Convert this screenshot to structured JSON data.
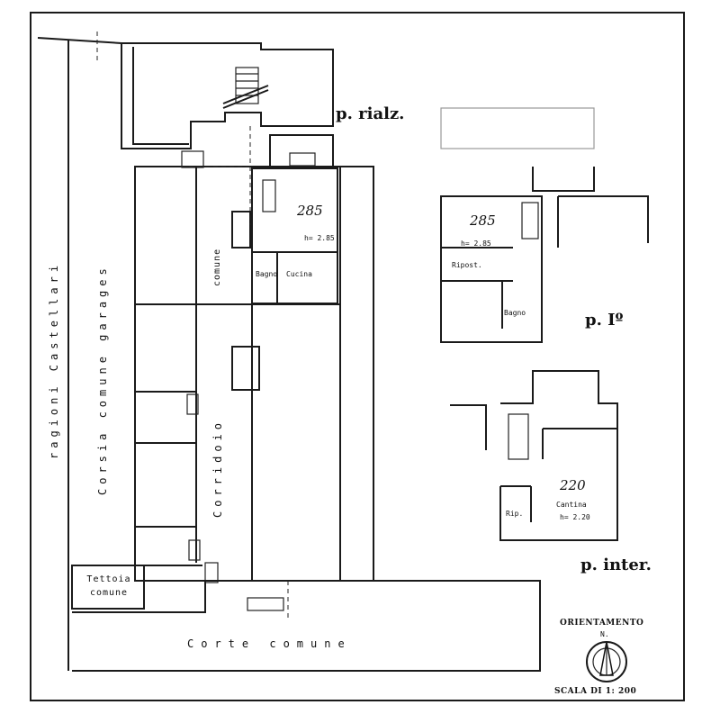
{
  "floors": {
    "ground": "p. rialz.",
    "first": "p. Iº",
    "basement": "p. inter."
  },
  "rooms": {
    "ground_area": "285",
    "ground_height": "h= 2.85",
    "ground_kitchen": "Cucina",
    "ground_bath": "Bagno",
    "first_area": "285",
    "first_height": "h= 2.85",
    "first_storage": "Ripost.",
    "first_bath": "Bagno",
    "cellar_area": "220",
    "cellar_name": "Cantina",
    "cellar_height": "h= 2.20",
    "cellar_storage": "Rip."
  },
  "common_areas": {
    "street": "ragioni  Castellari",
    "garages": "Corsia  comune  garages",
    "corridor_1": "comune",
    "corridor_2": "Corridoio",
    "shed": "Tettoia comune",
    "courtyard": "Corte   comune"
  },
  "legend": {
    "orientation": "ORIENTAMENTO",
    "north": "N.",
    "scale": "SCALA DI 1: 200"
  }
}
